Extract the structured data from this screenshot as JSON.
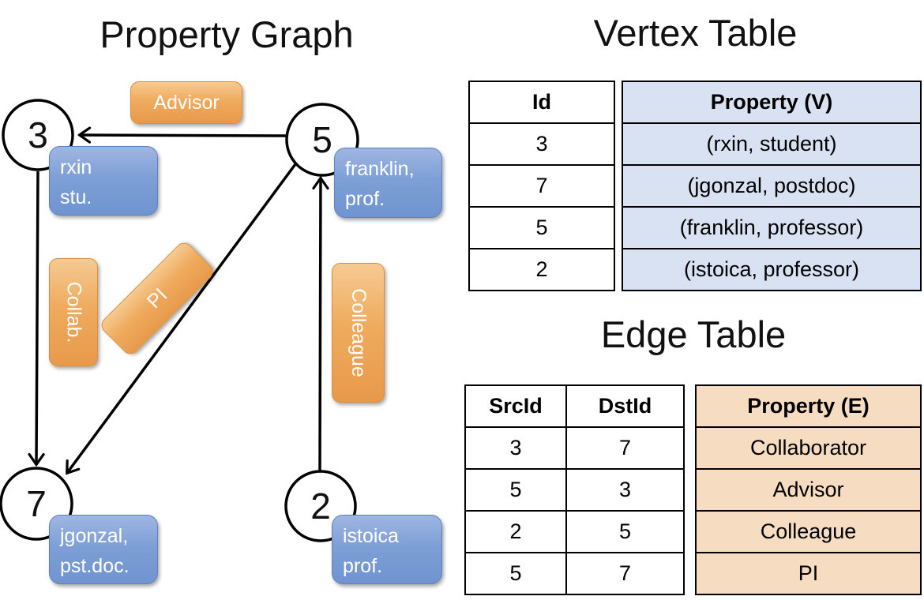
{
  "graph": {
    "title": "Property Graph",
    "nodes": [
      {
        "id": "3",
        "label_lines": [
          "rxin",
          "stu."
        ]
      },
      {
        "id": "5",
        "label_lines": [
          "franklin,",
          "prof."
        ]
      },
      {
        "id": "7",
        "label_lines": [
          "jgonzal,",
          "pst.doc."
        ]
      },
      {
        "id": "2",
        "label_lines": [
          "istoica",
          "prof."
        ]
      }
    ],
    "edge_labels": {
      "advisor": "Advisor",
      "collab": "Collab.",
      "pi": "PI",
      "colleague": "Colleague"
    },
    "edges": [
      {
        "src": "5",
        "dst": "3",
        "label": "Advisor"
      },
      {
        "src": "3",
        "dst": "7",
        "label": "Collab."
      },
      {
        "src": "5",
        "dst": "7",
        "label": "PI"
      },
      {
        "src": "2",
        "dst": "5",
        "label": "Colleague"
      }
    ]
  },
  "vertex_table": {
    "title": "Vertex Table",
    "headers": {
      "id": "Id",
      "property": "Property (V)"
    },
    "rows": [
      {
        "id": "3",
        "property": "(rxin, student)"
      },
      {
        "id": "7",
        "property": "(jgonzal, postdoc)"
      },
      {
        "id": "5",
        "property": "(franklin, professor)"
      },
      {
        "id": "2",
        "property": "(istoica, professor)"
      }
    ]
  },
  "edge_table": {
    "title": "Edge Table",
    "headers": {
      "src": "SrcId",
      "dst": "DstId",
      "property": "Property (E)"
    },
    "rows": [
      {
        "src": "3",
        "dst": "7",
        "property": "Collaborator"
      },
      {
        "src": "5",
        "dst": "3",
        "property": "Advisor"
      },
      {
        "src": "2",
        "dst": "5",
        "property": "Colleague"
      },
      {
        "src": "5",
        "dst": "7",
        "property": "PI"
      }
    ]
  },
  "colors": {
    "edge_label_orange": "#EFA95C",
    "vertex_label_blue": "#7E9FD6",
    "vertex_table_fill": "#D9E2F2",
    "edge_table_fill": "#F6DDC1",
    "line_black": "#000000"
  }
}
